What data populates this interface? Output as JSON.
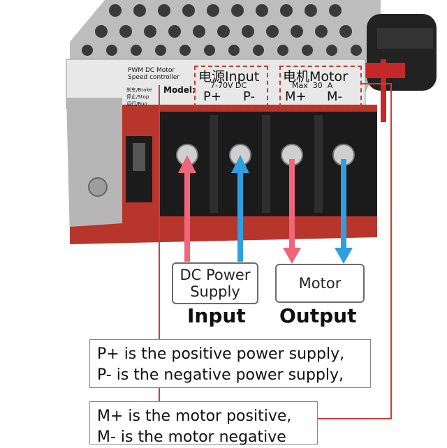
{
  "panel": {
    "title_line1": "PWM DC Motor",
    "title_line2": "Speed controller",
    "model_label": "Model:",
    "brake": "刹车/Brake",
    "stop": "停止/Stop",
    "run": "运行/Run"
  },
  "input_group": {
    "title": "电源Input",
    "voltage": "7-70V DC",
    "terminals": [
      "P+",
      "P-"
    ]
  },
  "motor_group": {
    "title": "电机Motor",
    "current": "Max  30  A",
    "terminals": [
      "M+",
      "M-"
    ]
  },
  "labels": {
    "dc_power_line1": "DC Power",
    "dc_power_line2": "Supply",
    "motor": "Motor",
    "input": "Input",
    "output": "Output"
  },
  "notes": {
    "p_line1": "P+ is the positive power supply,",
    "p_line2": "P- is the negative power supply,",
    "m_line1": "M+ is the motor positive,",
    "m_line2": "M- is the motor negative"
  },
  "colors": {
    "positive_arrow": "#f0657a",
    "negative_arrow": "#2f9fe0",
    "leader_line": "#d23a3a",
    "pcb": "#b8352b",
    "metal": "#c9c9c9",
    "terminal_block": "#1b1b1b"
  }
}
